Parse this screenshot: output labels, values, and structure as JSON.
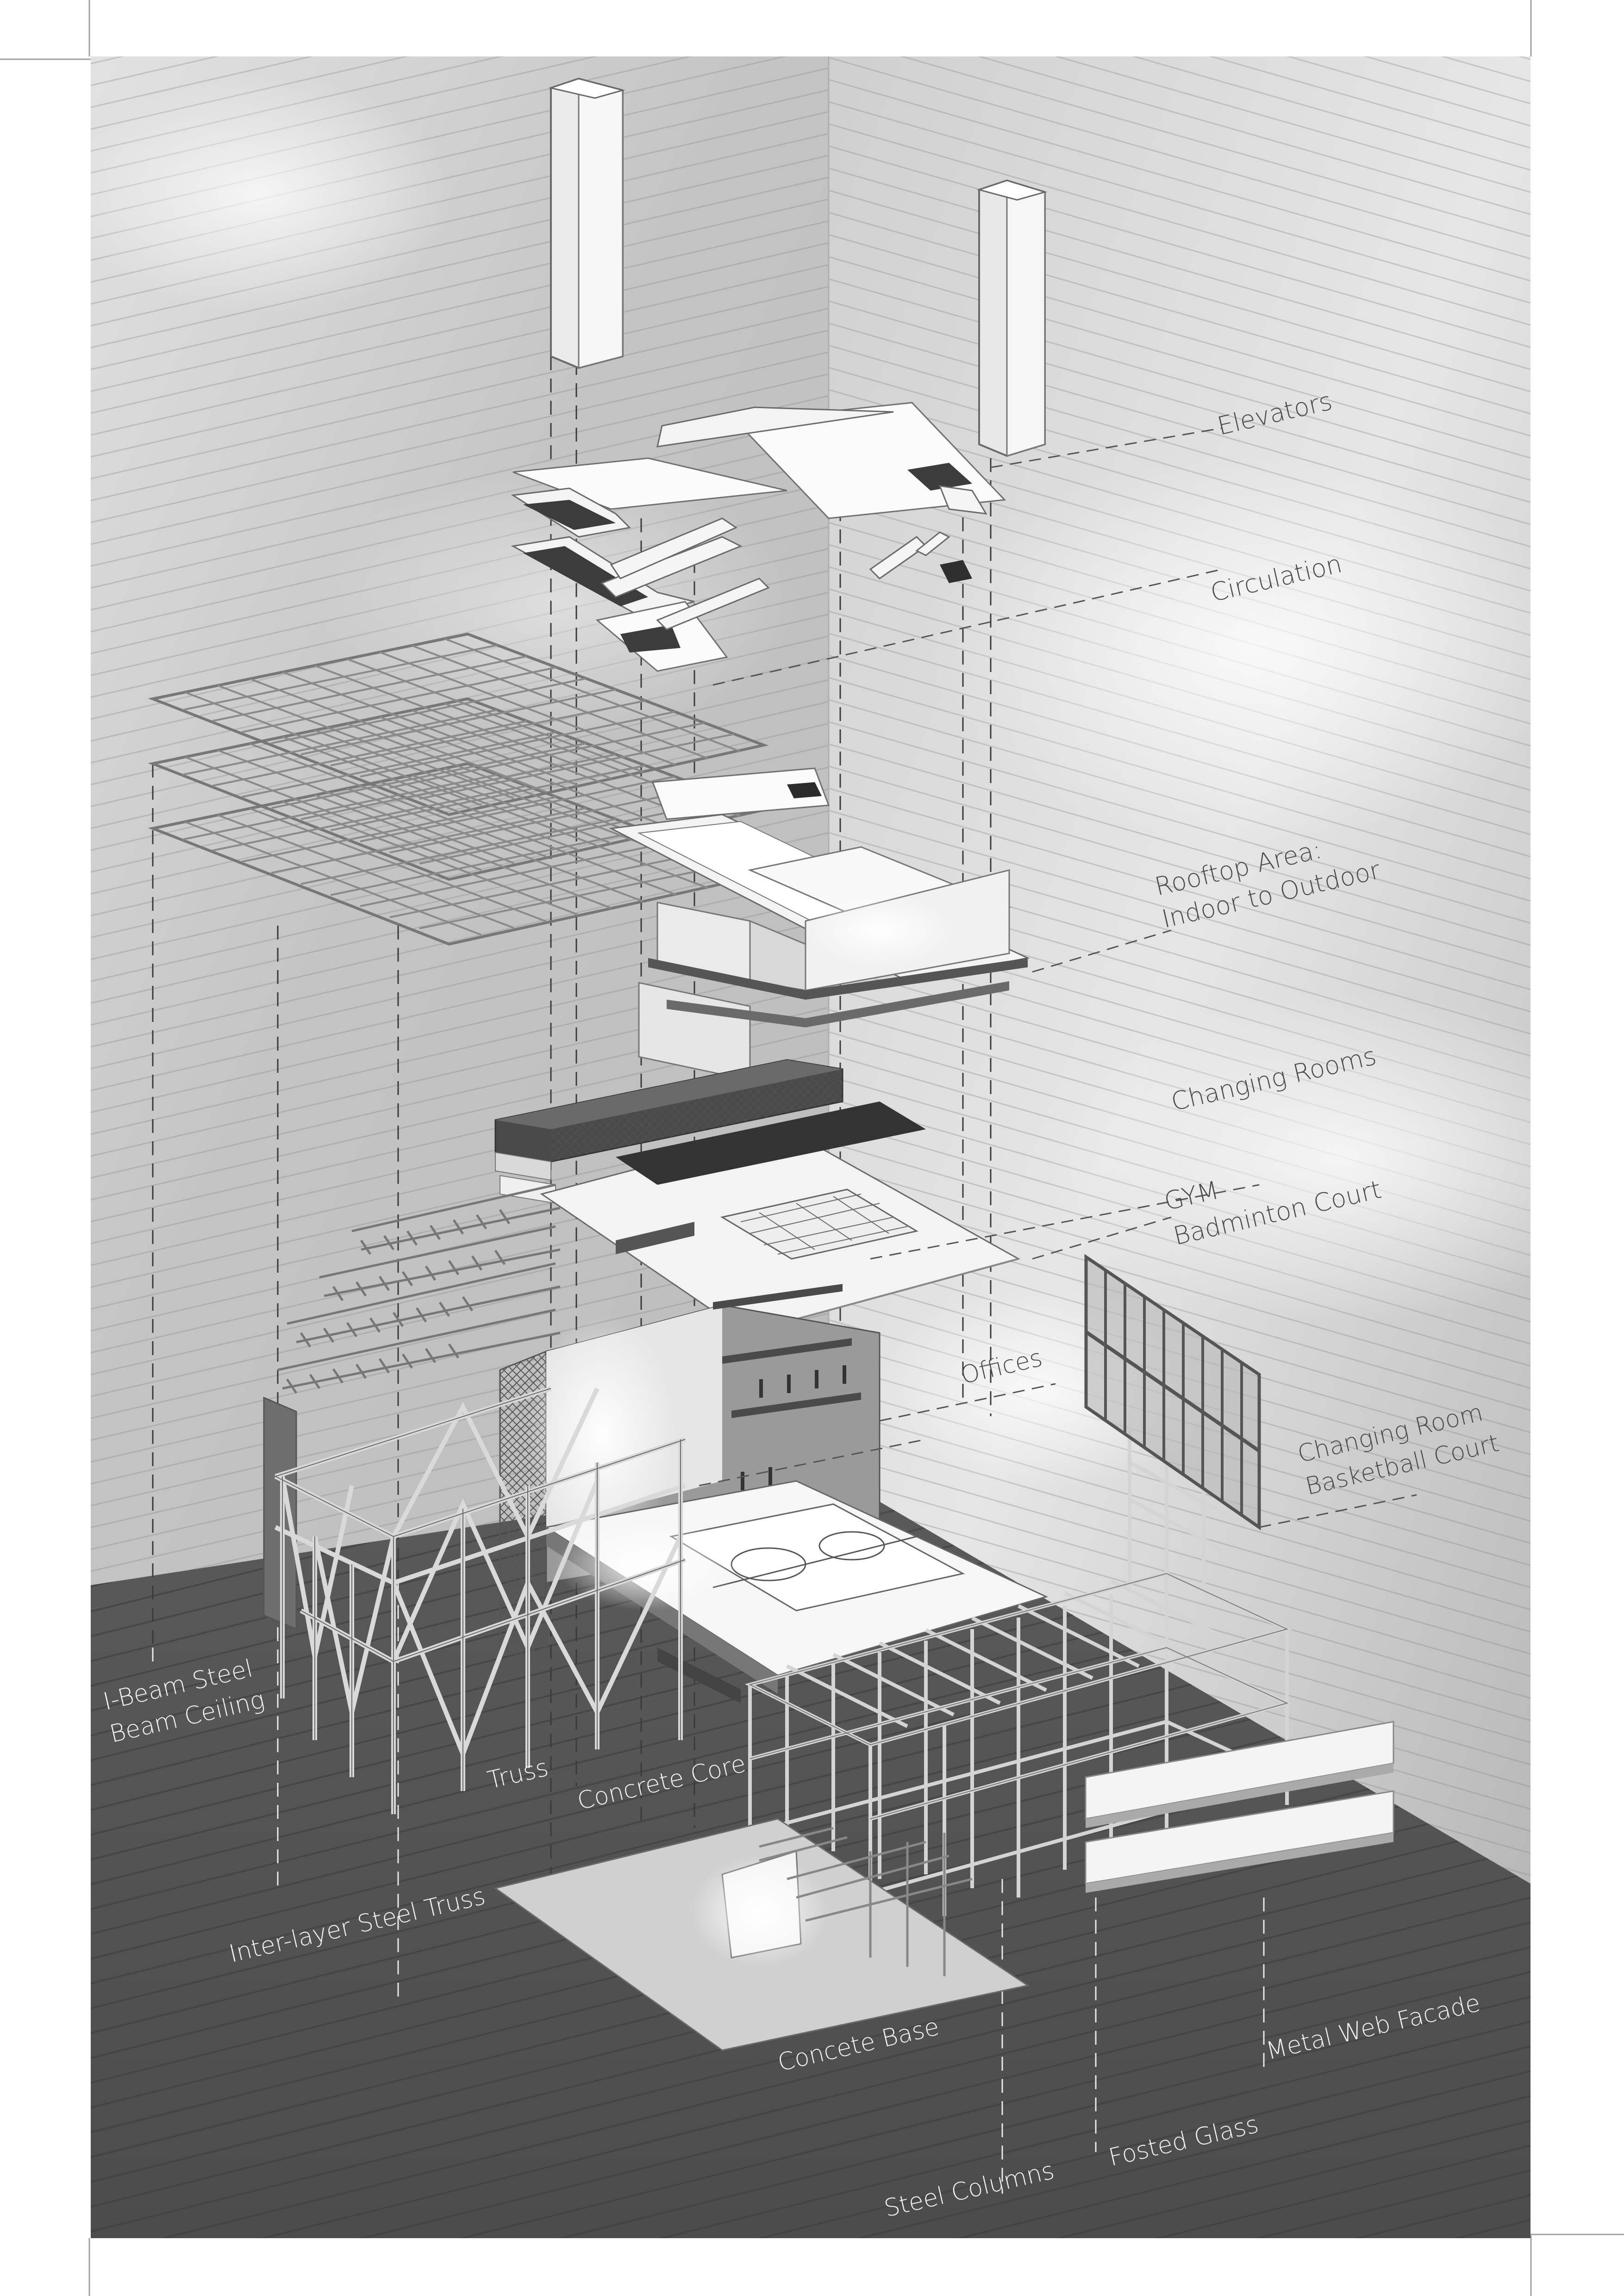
{
  "diagram": {
    "type": "exploded-axonometric",
    "subject": "Multi-level sports building",
    "colors": {
      "page_bg": "#ffffff",
      "wall_light": "#d6d6d6",
      "wall_mid": "#bdbdbd",
      "ground_dark": "#505050",
      "slab_white": "#f3f3f3",
      "label_on_light": "#4a4a4a",
      "label_on_dark": "#f2f2f2",
      "crop_mark": "#a0a0a0"
    },
    "labels_right": {
      "elevators": "Elevators",
      "circulation": "Circulation",
      "rooftop_line1": "Rooftop Area:",
      "rooftop_line2": "Indoor to Outdoor",
      "changing_rooms": "Changing Rooms",
      "gym_line1": "GYM",
      "gym_line2": "Badminton Court",
      "offices": "Offices",
      "basketball_line1": "Changing Room",
      "basketball_line2": "Basketball Court"
    },
    "labels_bottom": {
      "ibeam_line1": "I-Beam Steel",
      "ibeam_line2": "Beam Ceiling",
      "truss": "Truss",
      "concrete_core": "Concrete Core",
      "interlayer_truss": "Inter-layer Steel Truss",
      "concrete_base": "Concete Base",
      "metal_web_facade": "Metal Web Facade",
      "frosted_glass": "Fosted Glass",
      "steel_columns": "Steel Columns"
    },
    "layers_top_to_bottom": [
      "Elevators",
      "Circulation",
      "Rooftop Area: Indoor to Outdoor",
      "I-Beam Steel Beam Ceiling",
      "Changing Rooms",
      "GYM Badminton Court",
      "Inter-layer Steel Truss",
      "Offices",
      "Changing Room Basketball Court",
      "Truss",
      "Concrete Core",
      "Steel Columns",
      "Fosted Glass",
      "Metal Web Facade",
      "Concete Base"
    ]
  }
}
